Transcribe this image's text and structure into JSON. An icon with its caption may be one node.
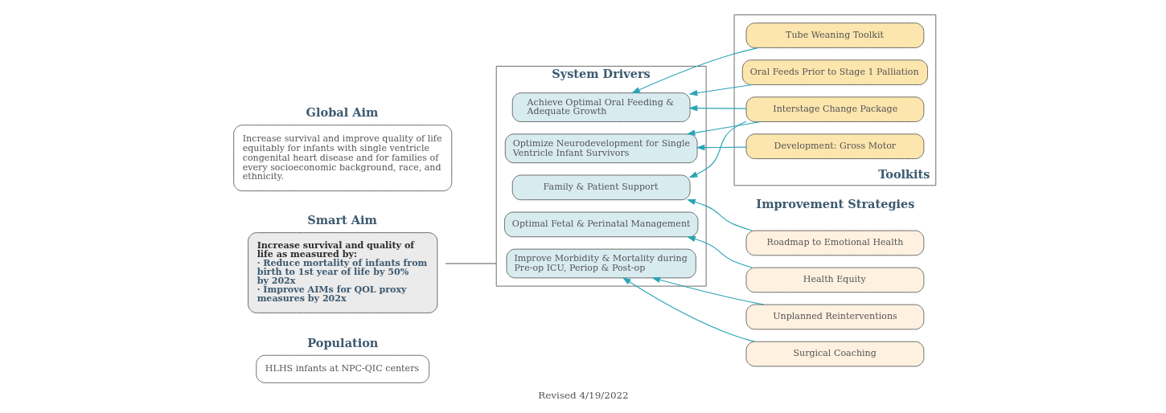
{
  "diagram": {
    "caption": "Revised 4/19/2022",
    "nodes": [
      {
        "text": [
          "Global Aim",
          "Increase survival and improve quality of life equitably for infants with single ventricle congenital heart disease and for families of every socioeconomic background, race, and ethnicity."
        ]
      },
      {
        "text": [
          "Smart Aim",
          "Increase survival and quality of life as measured by:",
          "· Reduce mortality of infants from birth to 1st year of life by 50% by 202x",
          "· Improve AIMs for QOL proxy measures by 202x"
        ]
      },
      {
        "text": [
          "Population",
          "HLHS infants at NPC-QIC centers"
        ]
      },
      {
        "text": [
          "System Drivers"
        ]
      },
      {
        "text": [
          "Family & Patient Support"
        ],
        "in": 3
      },
      {
        "text": [
          "Optimal Fetal & Perinatal Management"
        ],
        "in": 3
      },
      {
        "text": [
          "Improve Morbidity & Mortality during Pre-op ICU, Periop & Post-op"
        ],
        "in": 3
      },
      {
        "text": [
          "Optimize Neurodevelopment for Single Ventricle Infant Survivors"
        ],
        "in": 3
      },
      {
        "text": [
          "Achieve Optimal Oral Feeding & Adequate Growth"
        ],
        "in": 3
      },
      {
        "text": [
          "Roadmap to Emotional Health"
        ]
      },
      {
        "text": [
          "Health Equity"
        ]
      },
      {
        "text": [
          "Unplanned Reinterventions"
        ]
      },
      {
        "text": [
          "Surgical Coaching"
        ]
      },
      {
        "text": [
          "Toolkits"
        ]
      },
      {
        "text": [
          "Interstage Change Package"
        ],
        "in": 13
      },
      {
        "text": [
          "Development: Gross Motor"
        ],
        "in": 13
      },
      {
        "text": [
          "Tube Weaning Toolkit"
        ],
        "in": 13
      },
      {
        "text": [
          "Oral Feeds Prior to Stage 1 Palliation"
        ],
        "in": 13
      }
    ],
    "edges": [
      {
        "from": 1,
        "to": 3,
        "arrow": "none",
        "color": "#555555"
      },
      {
        "from": 9,
        "to": 4,
        "arrow": "to"
      },
      {
        "from": 10,
        "to": 5,
        "arrow": "to"
      },
      {
        "from": 11,
        "to": 6,
        "arrow": "to"
      },
      {
        "from": 12,
        "to": 6,
        "arrow": "to"
      },
      {
        "from": 14,
        "to": 4,
        "arrow": "to"
      },
      {
        "from": 14,
        "to": 7,
        "arrow": "to"
      },
      {
        "from": 14,
        "to": 8,
        "arrow": "to"
      },
      {
        "from": 15,
        "to": 7,
        "arrow": "to"
      },
      {
        "from": 16,
        "to": 8,
        "arrow": "to"
      },
      {
        "from": 17,
        "to": 8,
        "arrow": "to"
      }
    ],
    "labels": [
      "Improvement Strategies"
    ]
  }
}
